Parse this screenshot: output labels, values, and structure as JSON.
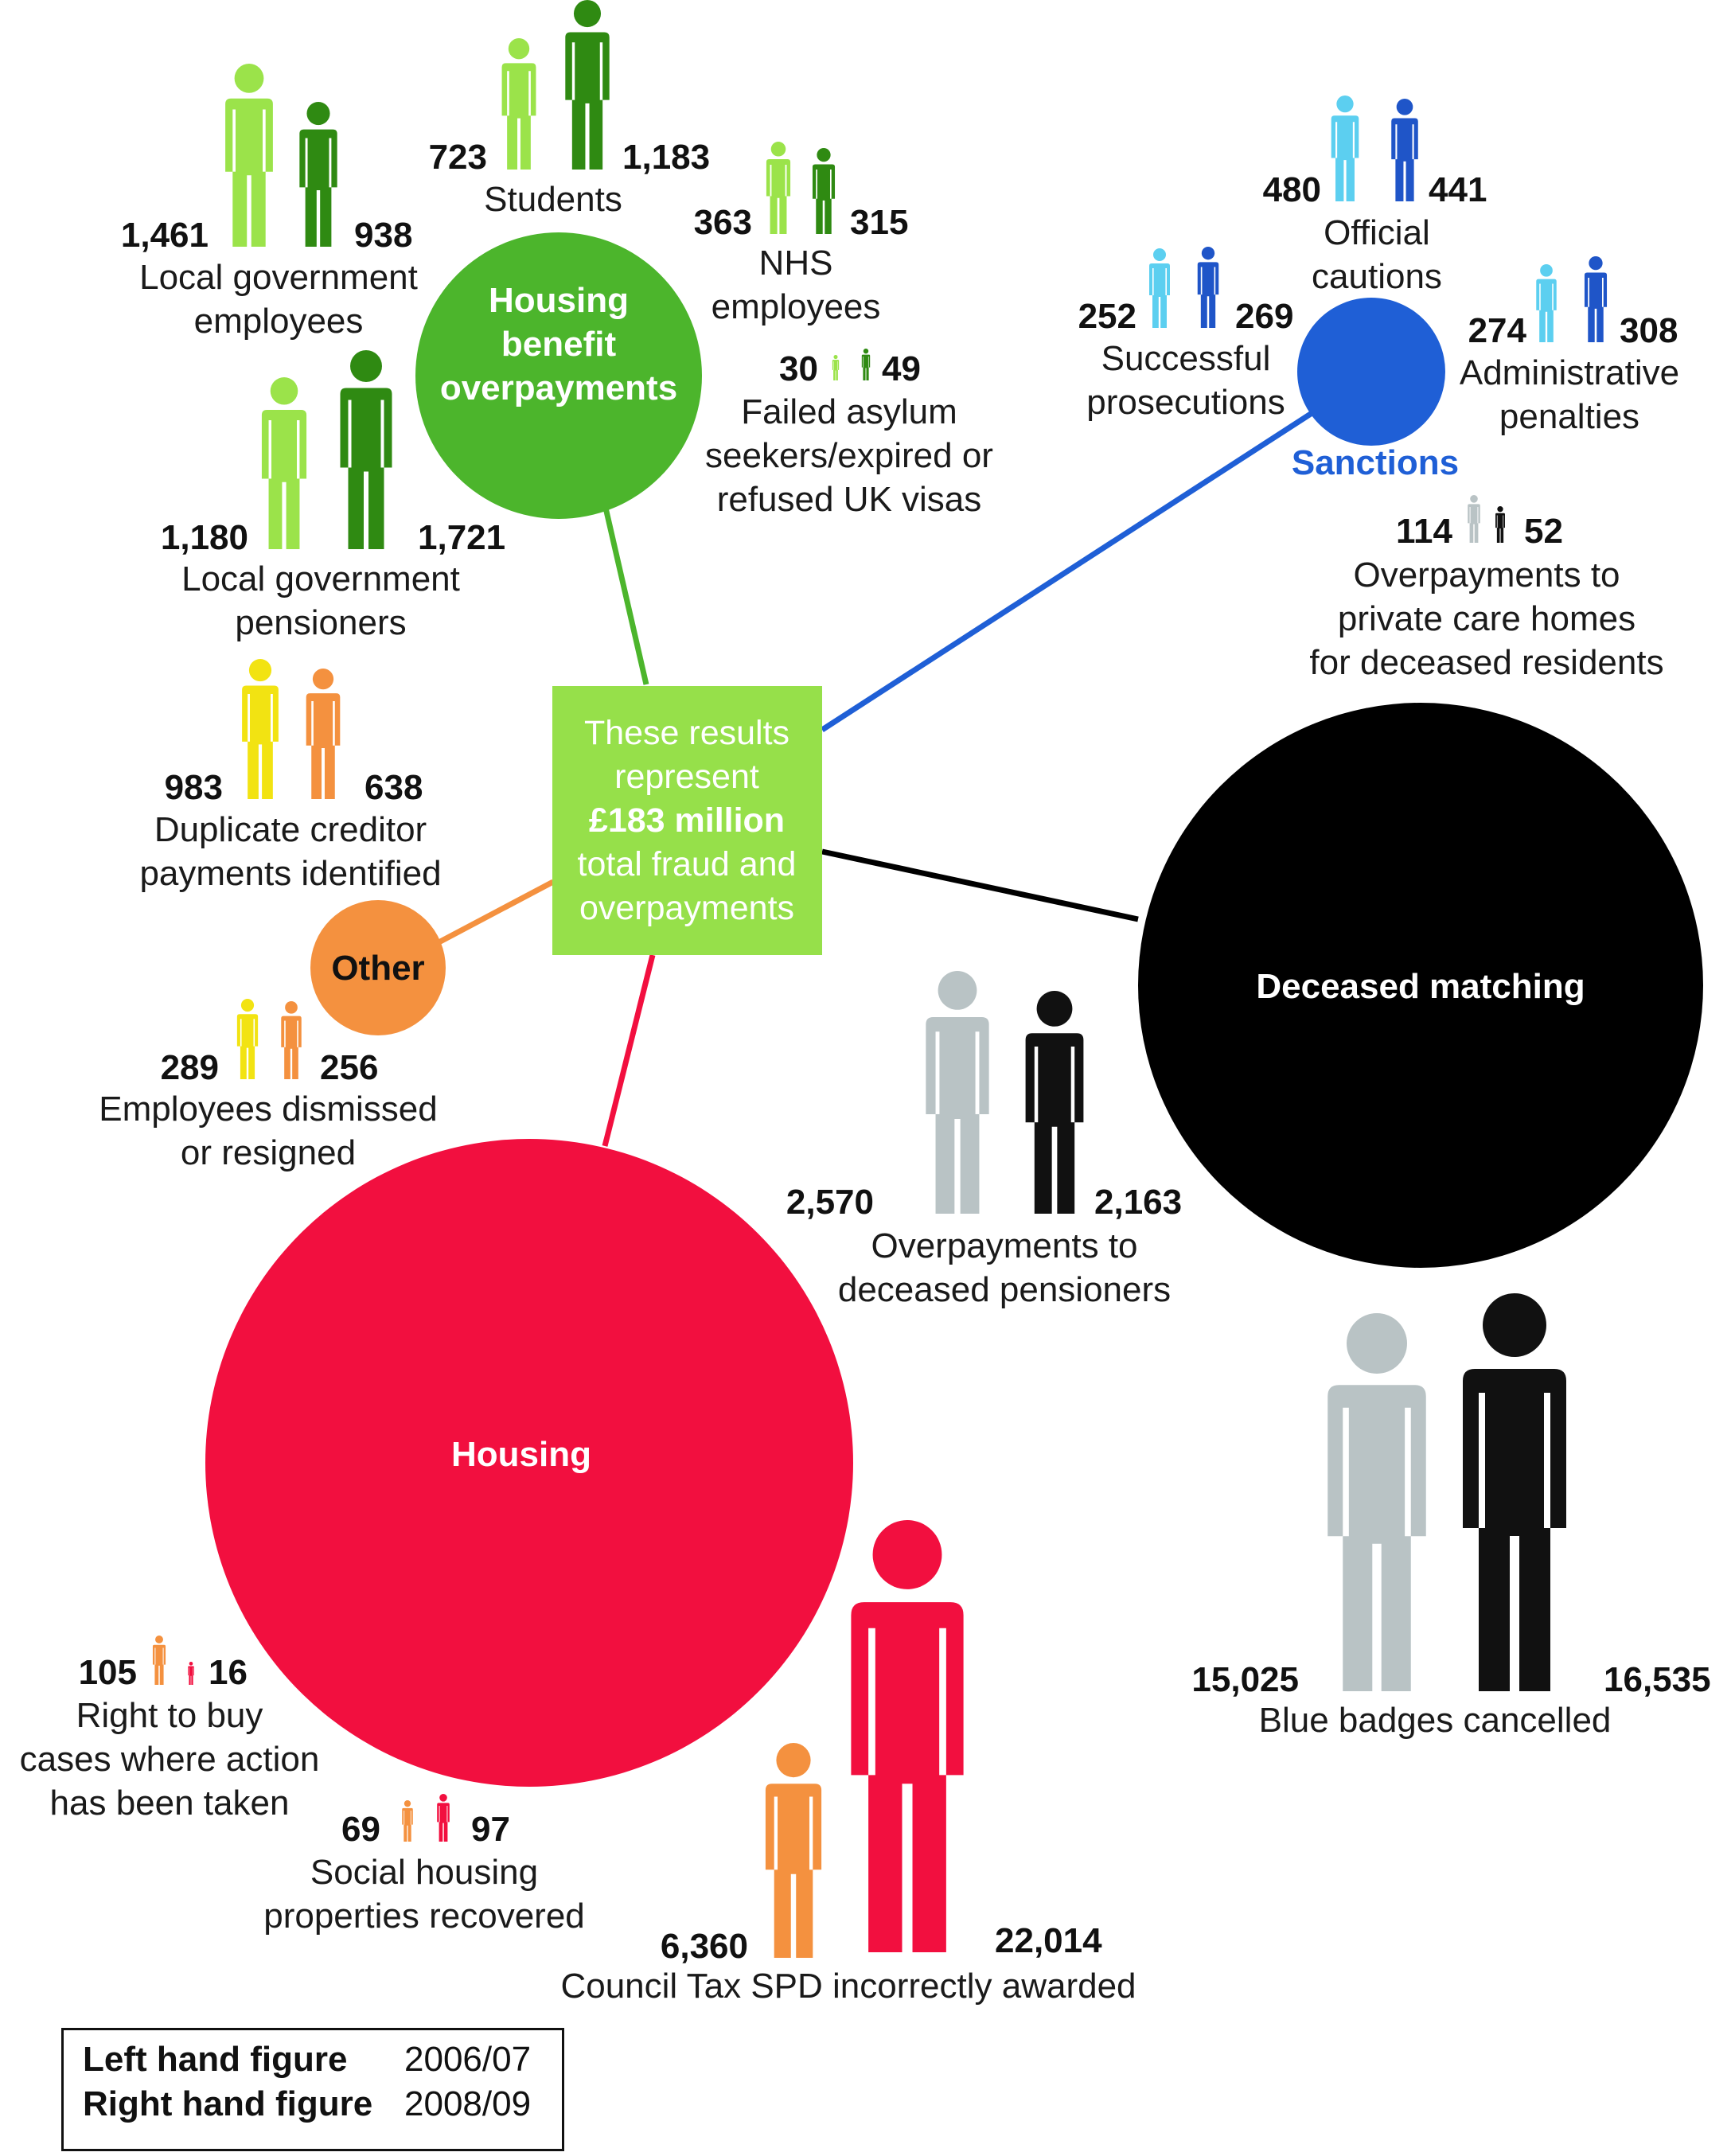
{
  "colors": {
    "hb_light": "#9be34a",
    "hb_dark": "#2f8a12",
    "hb_circle": "#4cb52c",
    "sanc_light": "#5ccff0",
    "sanc_dark": "#1f55c8",
    "sanc_circle": "#1f5fd6",
    "other_yellow": "#f2e312",
    "other_orange": "#f4913f",
    "other_circle": "#f4913f",
    "dec_light": "#b9c3c5",
    "dec_dark": "#111111",
    "dec_circle": "#000000",
    "housing_orange": "#f4913f",
    "housing_red": "#f20f3f",
    "housing_circle": "#f20f3f",
    "center_box": "#96e04a"
  },
  "center": {
    "line1": "These results",
    "line2": "represent",
    "line3": "£183 million",
    "line4": "total fraud and",
    "line5": "overpayments"
  },
  "categories": {
    "housing_benefit": {
      "line1": "Housing",
      "line2": "benefit",
      "line3": "overpayments"
    },
    "sanctions": {
      "label": "Sanctions"
    },
    "other": {
      "label": "Other"
    },
    "deceased": {
      "label": "Deceased matching"
    },
    "housing": {
      "label": "Housing"
    }
  },
  "items": {
    "students": {
      "left": "723",
      "right": "1,183",
      "line1": "Students"
    },
    "local_gov_employees": {
      "left": "1,461",
      "right": "938",
      "line1": "Local government",
      "line2": "employees"
    },
    "nhs": {
      "left": "363",
      "right": "315",
      "line1": "NHS",
      "line2": "employees"
    },
    "asylum": {
      "left": "30",
      "right": "49",
      "line1": "Failed asylum",
      "line2": "seekers/expired or",
      "line3": "refused UK visas"
    },
    "local_gov_pensioners": {
      "left": "1,180",
      "right": "1,721",
      "line1": "Local government",
      "line2": "pensioners"
    },
    "duplicate": {
      "left": "983",
      "right": "638",
      "line1": "Duplicate creditor",
      "line2": "payments identified"
    },
    "dismissed": {
      "left": "289",
      "right": "256",
      "line1": "Employees dismissed",
      "line2": "or resigned"
    },
    "official_cautions": {
      "left": "480",
      "right": "441",
      "line1": "Official",
      "line2": "cautions"
    },
    "prosecutions": {
      "left": "252",
      "right": "269",
      "line1": "Successful",
      "line2": "prosecutions"
    },
    "admin_penalties": {
      "left": "274",
      "right": "308",
      "line1": "Administrative",
      "line2": "penalties"
    },
    "care_homes": {
      "left": "114",
      "right": "52",
      "line1": "Overpayments to",
      "line2": "private care homes",
      "line3": "for deceased residents"
    },
    "deceased_pensioners": {
      "left": "2,570",
      "right": "2,163",
      "line1": "Overpayments to",
      "line2": "deceased pensioners"
    },
    "blue_badges": {
      "left": "15,025",
      "right": "16,535",
      "line1": "Blue badges cancelled"
    },
    "right_to_buy": {
      "left": "105",
      "right": "16",
      "line1": "Right to buy",
      "line2": "cases where action",
      "line3": "has been taken"
    },
    "social_housing": {
      "left": "69",
      "right": "97",
      "line1": "Social housing",
      "line2": "properties recovered"
    },
    "council_tax": {
      "left": "6,360",
      "right": "22,014",
      "line1": "Council Tax SPD incorrectly awarded"
    }
  },
  "legend": {
    "left_key": "Left hand figure",
    "left_value": "2006/07",
    "right_key": "Right hand figure",
    "right_value": "2008/09"
  }
}
